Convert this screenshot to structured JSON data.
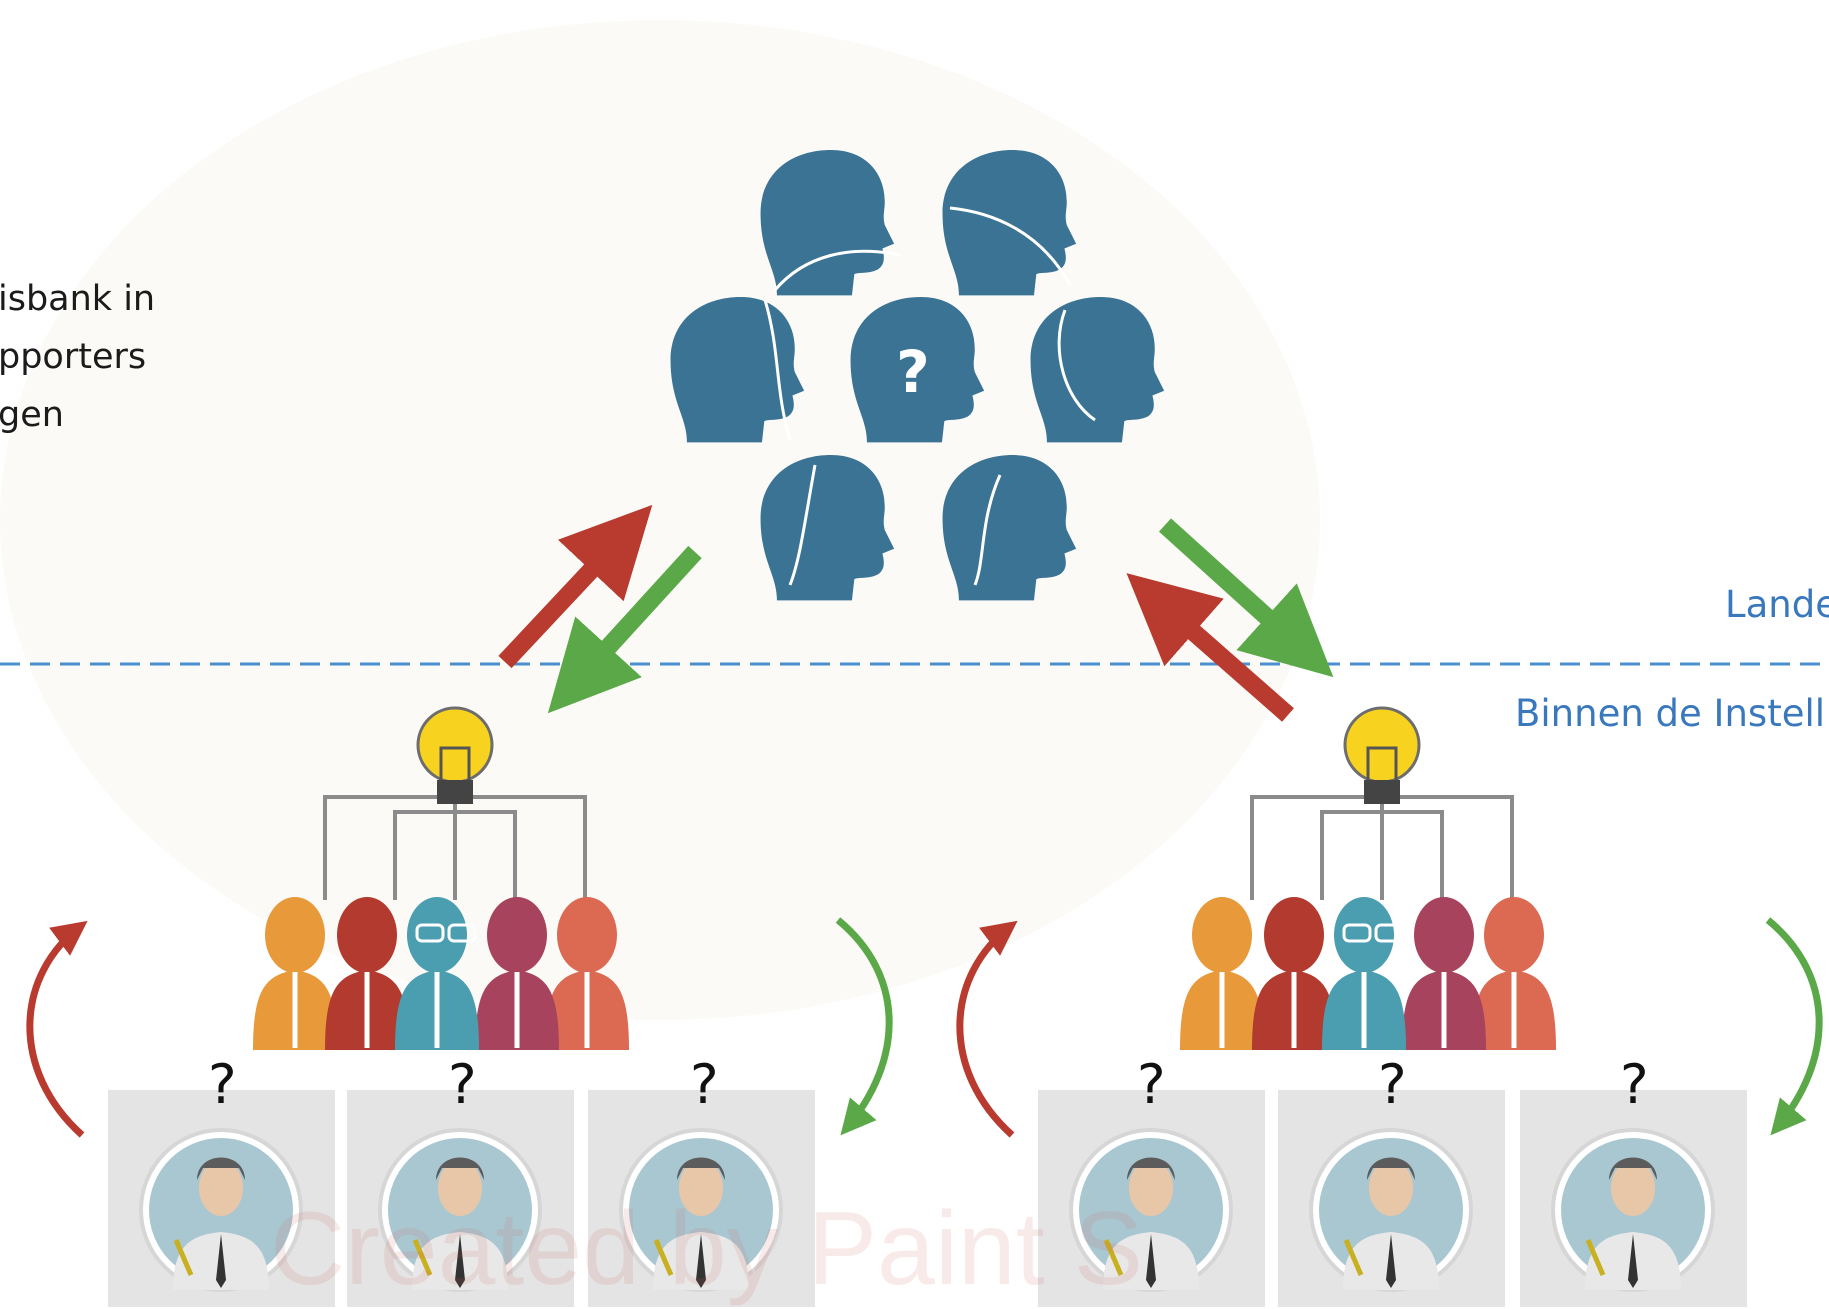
{
  "left_text": [
    "isbank in",
    "pporters",
    "gen"
  ],
  "zone_labels": {
    "above_line": "Lande",
    "below_line": "Binnen de Instell"
  },
  "question_mark": "?",
  "watermark": "Created by Paint S",
  "colors": {
    "head_blue": "#3b7394",
    "dashed_line": "#4a8fd0",
    "label_blue": "#3a78bd",
    "arrow_red": "#b93a2e",
    "arrow_green": "#5aa848",
    "bulb_yellow": "#f7d31f",
    "person_orange": "#e89a3a",
    "person_red": "#b33a2e",
    "person_teal": "#4a9eb0",
    "person_maroon": "#a8435e",
    "person_coral": "#dc6a52",
    "card_gray": "#e4e4e4"
  },
  "diagram": {
    "central_heads": 7,
    "groups": 2,
    "team_members_per_group": 5,
    "individuals_per_group": 3
  }
}
